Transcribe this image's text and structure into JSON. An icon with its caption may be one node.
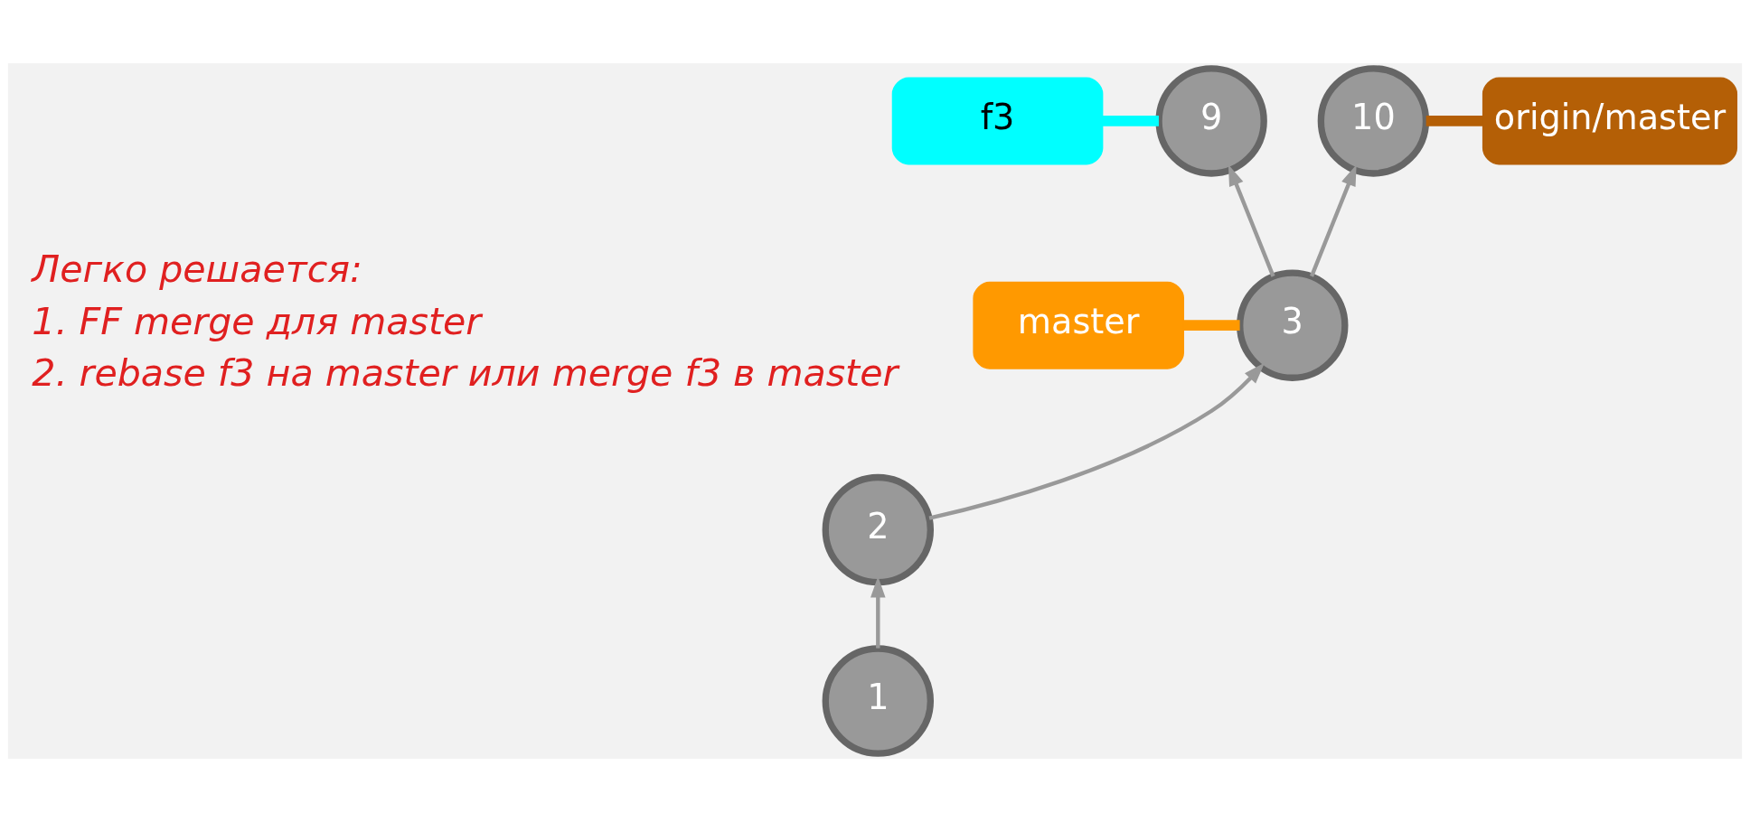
{
  "diagram": {
    "nodes": [
      {
        "text": [
          "f3"
        ]
      },
      {
        "text": [
          "9"
        ]
      },
      {
        "text": [
          "10"
        ]
      },
      {
        "text": [
          "origin/master"
        ]
      },
      {
        "text": [
          "master"
        ]
      },
      {
        "text": [
          "3"
        ]
      },
      {
        "text": [
          "2"
        ]
      },
      {
        "text": [
          "1"
        ]
      }
    ],
    "edges": [
      {
        "from": 0,
        "to": 1,
        "arrow": "none",
        "style": "thick",
        "color": "#00ffff"
      },
      {
        "from": 2,
        "to": 3,
        "arrow": "none",
        "style": "thick",
        "color": "#b45f06"
      },
      {
        "from": 5,
        "to": 1,
        "arrow": "to"
      },
      {
        "from": 5,
        "to": 2,
        "arrow": "to"
      },
      {
        "from": 4,
        "to": 5,
        "arrow": "none",
        "style": "thick",
        "color": "#ff9900"
      },
      {
        "from": 6,
        "to": 5,
        "arrow": "to"
      },
      {
        "from": 7,
        "to": 6,
        "arrow": "to"
      }
    ],
    "labels": [
      "Легко решается:",
      "1. FF merge для master",
      "2. rebase f3 на master или merge f3 в master"
    ]
  }
}
